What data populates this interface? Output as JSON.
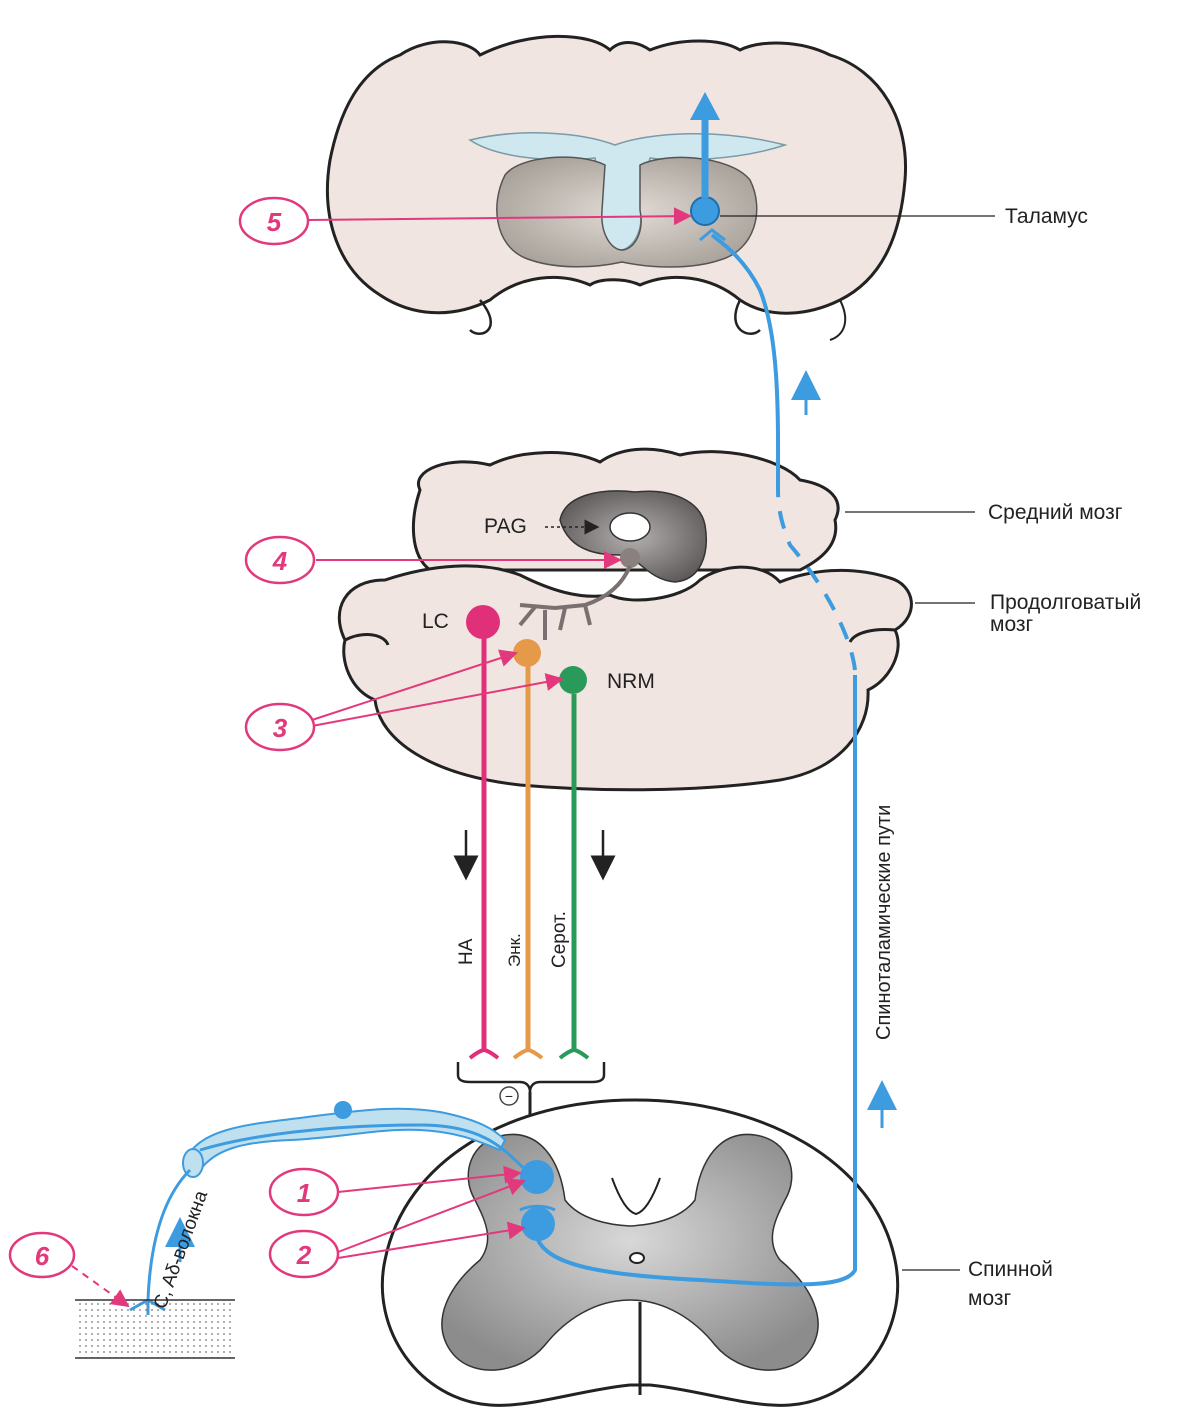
{
  "labels": {
    "thalamus": "Таламус",
    "midbrain": "Средний мозг",
    "medulla_1": "Продолговатый",
    "medulla_2": "мозг",
    "spinal_1": "Спинной",
    "spinal_2": "мозг",
    "pag": "PAG",
    "lc": "LC",
    "nrm": "NRM",
    "na": "НА",
    "enk": "Энк.",
    "serot": "Серот.",
    "spinothalamic": "Спиноталамические пути",
    "fibers": "C, Aδ-волокна",
    "minus": "−"
  },
  "markers": [
    "5",
    "4",
    "3",
    "1",
    "2",
    "6"
  ],
  "colors": {
    "tissue": "#f1e5e1",
    "gray_matter": "#a8a8a8",
    "pathway_blue": "#3d9be0",
    "fiber_light_blue": "#bfe0ef",
    "marker_pink": "#e2397c",
    "lc_pink": "#e0307a",
    "enk_orange": "#e59a4a",
    "serot_green": "#2a9a5a",
    "pag_dark": "#6e6a6a"
  }
}
